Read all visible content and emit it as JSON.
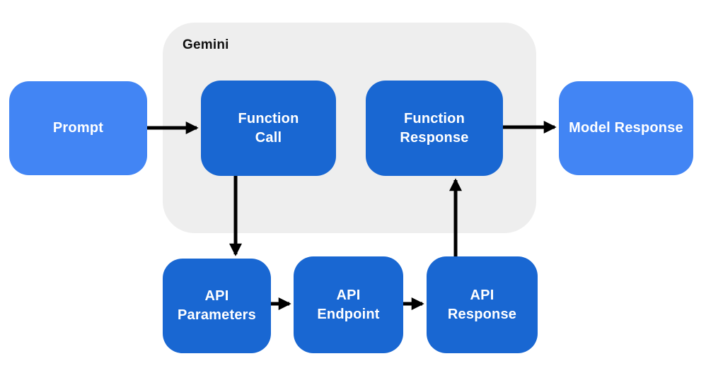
{
  "colors": {
    "node_light": "#4285f4",
    "node_dark": "#1967d2",
    "container_bg": "#eeeeee",
    "arrow": "#000000",
    "node_text": "#ffffff",
    "container_label_text": "#111111",
    "page_bg": "#ffffff"
  },
  "diagram": {
    "container": {
      "label": "Gemini"
    },
    "nodes": {
      "prompt": {
        "label": "Prompt",
        "style": "light",
        "inside_container": false
      },
      "function_call": {
        "label": "Function\nCall",
        "style": "dark",
        "inside_container": true
      },
      "function_response": {
        "label": "Function\nResponse",
        "style": "dark",
        "inside_container": true
      },
      "model_response": {
        "label": "Model Response",
        "style": "light",
        "inside_container": false
      },
      "api_parameters": {
        "label": "API\nParameters",
        "style": "dark",
        "inside_container": false
      },
      "api_endpoint": {
        "label": "API\nEndpoint",
        "style": "dark",
        "inside_container": false
      },
      "api_response": {
        "label": "API\nResponse",
        "style": "dark",
        "inside_container": false
      }
    },
    "edges": [
      {
        "from": "prompt",
        "to": "function_call",
        "direction": "right"
      },
      {
        "from": "function_call",
        "to": "api_parameters",
        "direction": "down"
      },
      {
        "from": "api_parameters",
        "to": "api_endpoint",
        "direction": "right"
      },
      {
        "from": "api_endpoint",
        "to": "api_response",
        "direction": "right"
      },
      {
        "from": "api_response",
        "to": "function_response",
        "direction": "up"
      },
      {
        "from": "function_response",
        "to": "model_response",
        "direction": "right"
      }
    ]
  }
}
